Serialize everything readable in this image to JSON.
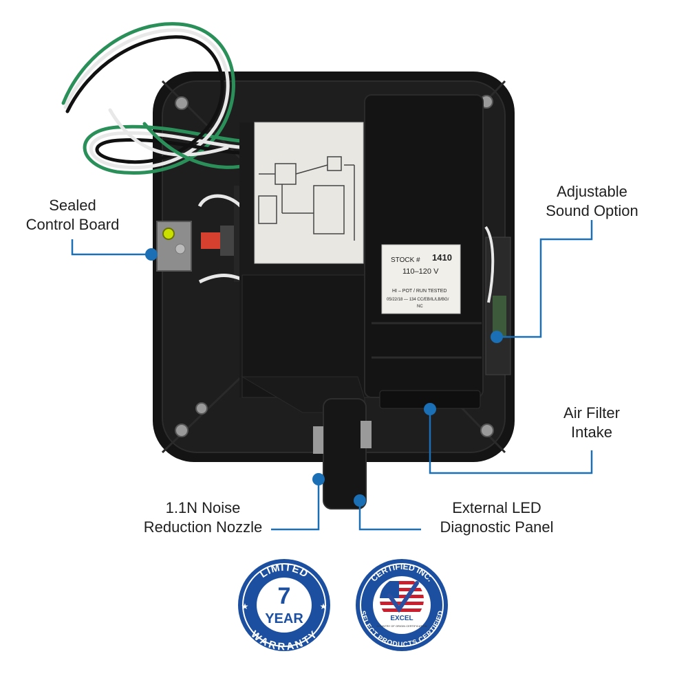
{
  "callouts": {
    "sealed_control_board": {
      "line1": "Sealed",
      "line2": "Control Board"
    },
    "adjustable_sound": {
      "line1": "Adjustable",
      "line2": "Sound Option"
    },
    "air_filter": {
      "line1": "Air Filter",
      "line2": "Intake"
    },
    "noise_nozzle": {
      "line1": "1.1N Noise",
      "line2": "Reduction Nozzle"
    },
    "led_panel": {
      "line1": "External LED",
      "line2": "Diagnostic Panel"
    }
  },
  "stock_label": {
    "stock": "STOCK #",
    "number": "1410",
    "voltage": "110–120 V",
    "test": "HI – POT / RUN TESTED",
    "date": "05/22/18 — 134 CC/EB/IL/LB/BG/",
    "code": "NC"
  },
  "warranty_badge": {
    "top": "LIMITED",
    "number": "7",
    "word": "YEAR",
    "bottom": "WARRANTY"
  },
  "certified_badge": {
    "top": "CERTIFIED INC.",
    "center": "EXCEL",
    "small": "COUNTRY OF ORIGIN CERTIFICATION",
    "bottom": "SELECT PRODUCTS CERTIFIED"
  },
  "colors": {
    "accent": "#1a6fb5",
    "badge_blue": "#1c4fa0",
    "housing": "#1b1b1b"
  }
}
